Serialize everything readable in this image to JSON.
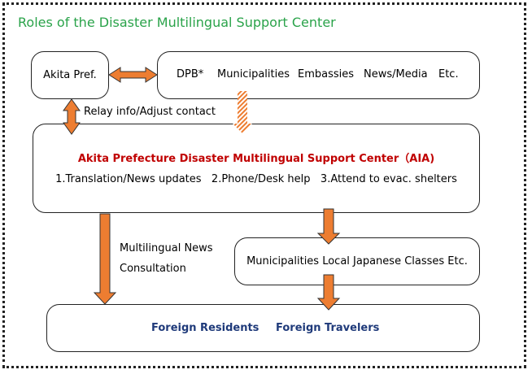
{
  "title": "Roles of the Disaster Multilingual Support Center",
  "akita_box": {
    "label": "Akita Pref."
  },
  "partners_box": {
    "items": [
      "DPB*",
      "Municipalities",
      "Embassies",
      "News/Media",
      "Etc."
    ]
  },
  "relay_label": "Relay info/Adjust contact",
  "aia_box": {
    "title": "Akita Prefecture Disaster Multilingual Support Center（AIA)",
    "roles": "1.Translation/News updates   2.Phone/Desk help   3.Attend to evac. shelters"
  },
  "news_label": {
    "line1": "Multilingual News",
    "line2": "Consultation"
  },
  "local_box": {
    "label": "Municipalities Local Japanese Classes Etc."
  },
  "foreign_box": {
    "residents": "Foreign Residents",
    "travelers": "Foreign Travelers"
  },
  "colors": {
    "arrow": "#ed7d31",
    "title": "#2aa34a",
    "aia_title": "#c00000",
    "navy": "#1f3a7a"
  }
}
